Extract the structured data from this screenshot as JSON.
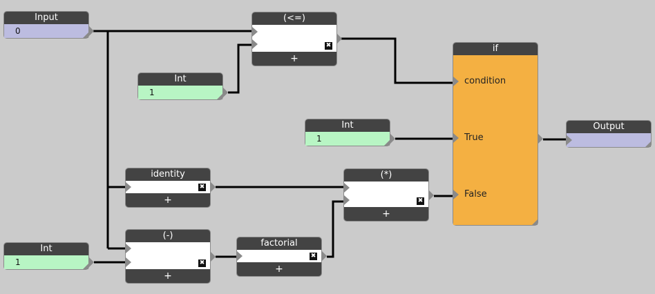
{
  "nodes": {
    "input": {
      "title": "Input",
      "value": "0"
    },
    "le": {
      "title": "(<=)",
      "add": "+",
      "remove": "✖"
    },
    "int1": {
      "title": "Int",
      "value": "1"
    },
    "if": {
      "title": "if",
      "ports": [
        "condition",
        "True",
        "False"
      ]
    },
    "int2": {
      "title": "Int",
      "value": "1"
    },
    "output": {
      "title": "Output",
      "value": ""
    },
    "identity": {
      "title": "identity",
      "add": "+",
      "remove": "✖"
    },
    "mul": {
      "title": "(*)",
      "add": "+",
      "remove": "✖"
    },
    "int3": {
      "title": "Int",
      "value": "1"
    },
    "sub": {
      "title": "(-)",
      "add": "+",
      "remove": "✖"
    },
    "factorial": {
      "title": "factorial",
      "add": "+",
      "remove": "✖"
    }
  },
  "colors": {
    "input": "#bcbce0",
    "int": "#b8f5c4",
    "if": "#f4b042",
    "header": "#434343",
    "background": "#cbcbcb"
  }
}
